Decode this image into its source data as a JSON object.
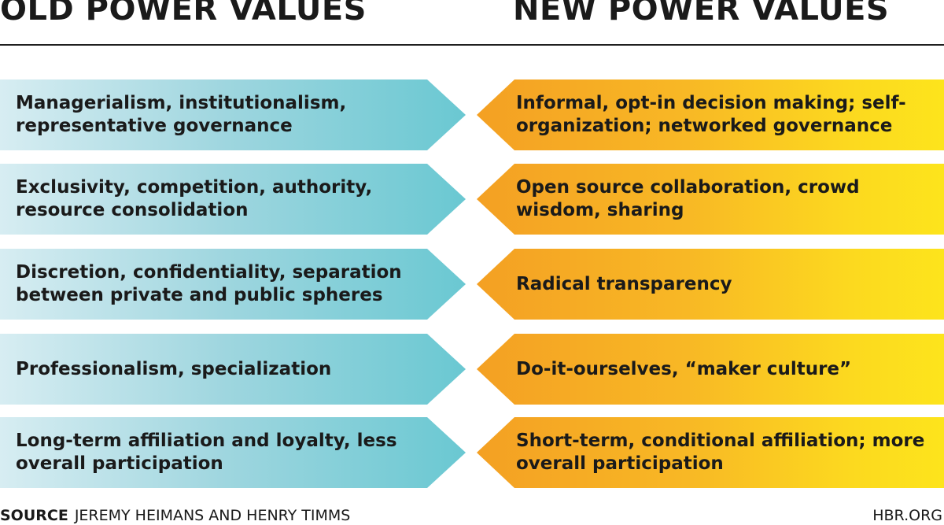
{
  "headings": {
    "old": "OLD POWER VALUES",
    "new": "NEW POWER VALUES"
  },
  "rows": [
    {
      "old": "Managerialism, institutionalism, representative governance",
      "new": "Informal, opt-in decision making; self-organization; networked governance"
    },
    {
      "old": "Exclusivity, competition, authority, resource consolidation",
      "new": "Open source collaboration, crowd wisdom, sharing"
    },
    {
      "old": "Discretion, confidentiality, separation between private and public spheres",
      "new": "Radical transparency"
    },
    {
      "old": "Professionalism, specialization",
      "new": "Do-it-ourselves, “maker culture”"
    },
    {
      "old": "Long-term affiliation and loyalty, less overall participation",
      "new": "Short-term, conditional affiliation; more overall participation"
    }
  ],
  "footer": {
    "source_label": "SOURCE",
    "source_text": "JEREMY HEIMANS AND HENRY TIMMS",
    "credit": "HBR.ORG"
  },
  "colors": {
    "old_gradient": [
      "#d7edf2",
      "#6ac8d2"
    ],
    "new_gradient": [
      "#f4a023",
      "#fde41c"
    ],
    "rule": "#1f1f1f",
    "text": "#1a1a1a"
  }
}
